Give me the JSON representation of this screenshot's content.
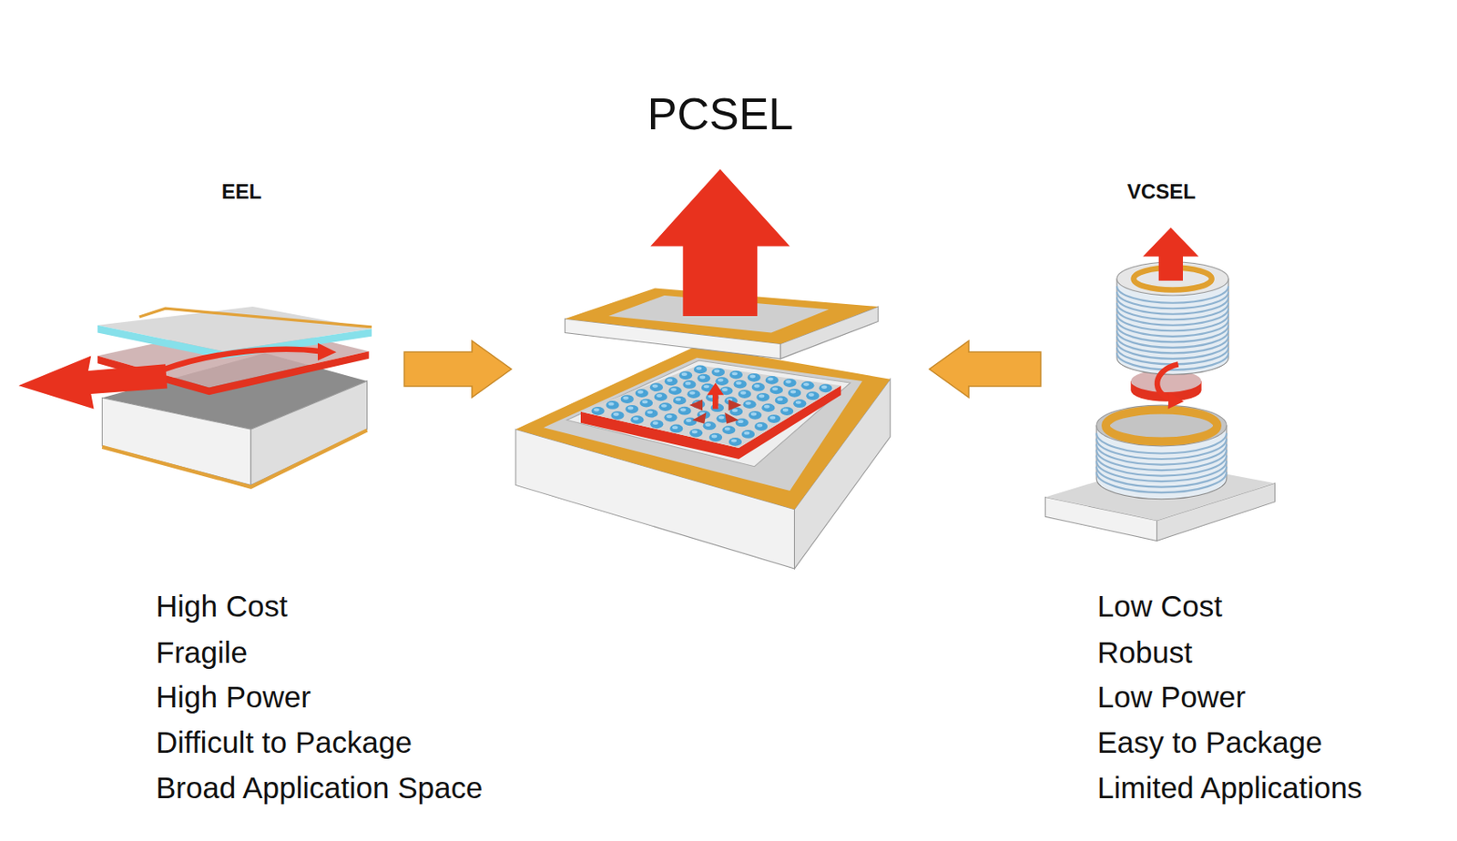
{
  "diagram": {
    "nodes": [
      {
        "text": [
          "EEL"
        ]
      },
      {
        "text": [
          "PCSEL"
        ]
      },
      {
        "text": [
          "VCSEL"
        ]
      }
    ],
    "edges": [
      {
        "from": 0,
        "to": 1,
        "arrow": "to"
      },
      {
        "from": 2,
        "to": 1,
        "arrow": "to"
      }
    ],
    "labels": [
      "High Cost",
      "Fragile",
      "High Power",
      "Difficult to Package",
      "Broad Application Space",
      "Low Cost",
      "Robust",
      "Low Power",
      "Easy to Package",
      "Limited Applications"
    ]
  }
}
